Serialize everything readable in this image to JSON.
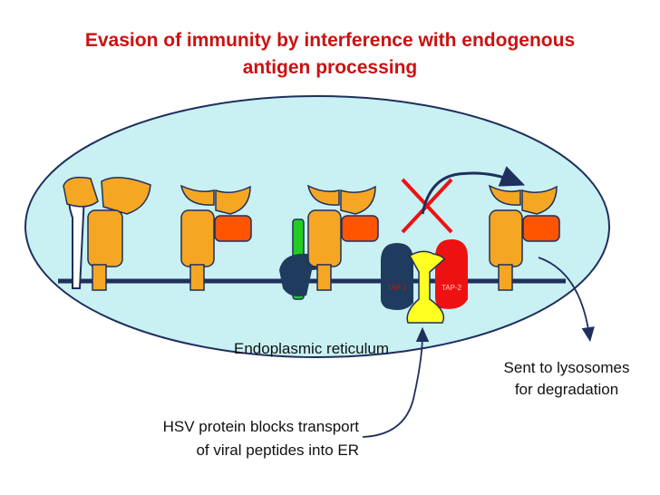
{
  "title": {
    "line1": "Evasion of immunity by interference with endogenous",
    "line2": "antigen processing"
  },
  "labels": {
    "er": "Endoplasmic reticulum",
    "lysosome_line1": "Sent to lysosomes",
    "lysosome_line2": "for degradation",
    "hsv_line1": "HSV protein blocks transport",
    "hsv_line2": "of viral peptides into ER",
    "tap1": "TAP-1",
    "tap2": "TAP-2"
  },
  "colors": {
    "title": "#cc1111",
    "er_fill": "#c9f0f2",
    "mhc": "#f5a623",
    "b2m": "#ff5500",
    "tap1": "#1f3b5e",
    "tap2": "#ee1111",
    "transporter": "#ffff22",
    "chaperone": "#22cc22"
  }
}
